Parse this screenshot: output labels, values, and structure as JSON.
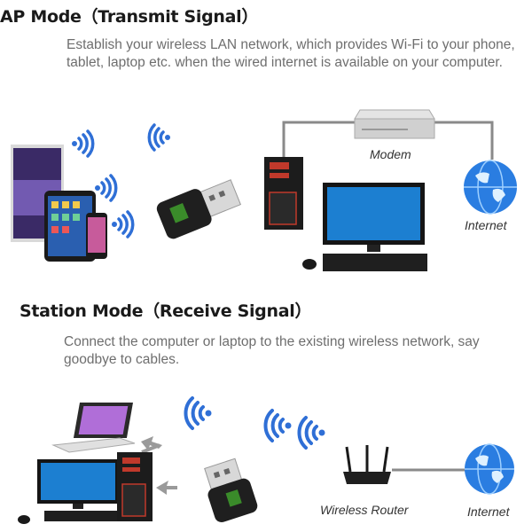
{
  "ap_mode": {
    "title": "AP Mode（Transmit Signal）",
    "description": "Establish your wireless LAN network, which provides Wi-Fi to your phone, tablet, laptop etc. when the wired internet is available on your computer.",
    "labels": {
      "modem": "Modem",
      "internet": "Internet"
    }
  },
  "station_mode": {
    "title": "Station Mode（Receive Signal）",
    "description": "Connect the computer or laptop to the existing wireless network, say goodbye to cables.",
    "labels": {
      "router": "Wireless Router",
      "internet": "Internet"
    }
  },
  "colors": {
    "wifi": "#2f6fd6",
    "globe": "#2a7de1",
    "line": "#8a8a8a",
    "screen": "#1c7fd1"
  }
}
